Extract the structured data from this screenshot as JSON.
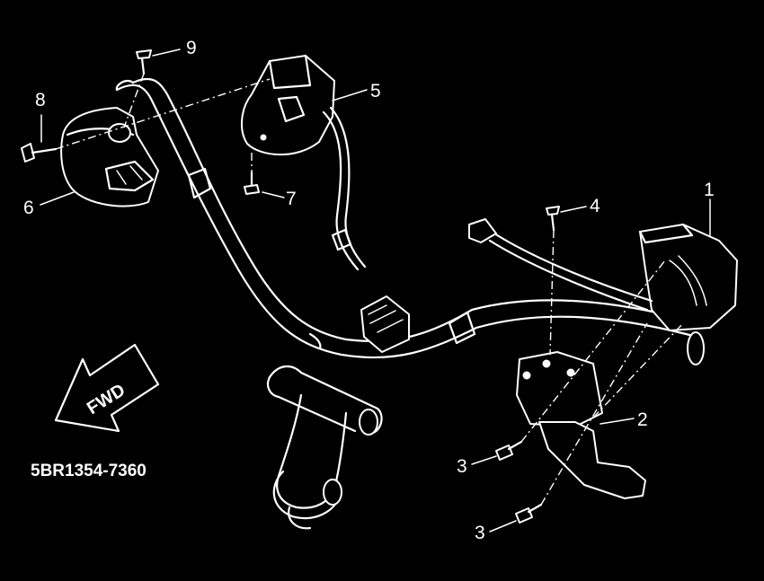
{
  "diagram": {
    "drawing_code": "5BR1354-7360",
    "direction_label": "FWD",
    "callouts": [
      {
        "id": "1",
        "text": "1"
      },
      {
        "id": "2",
        "text": "2"
      },
      {
        "id": "3a",
        "text": "3"
      },
      {
        "id": "3b",
        "text": "3"
      },
      {
        "id": "4",
        "text": "4"
      },
      {
        "id": "5",
        "text": "5"
      },
      {
        "id": "6",
        "text": "6"
      },
      {
        "id": "7",
        "text": "7"
      },
      {
        "id": "8",
        "text": "8"
      },
      {
        "id": "9",
        "text": "9"
      }
    ]
  }
}
